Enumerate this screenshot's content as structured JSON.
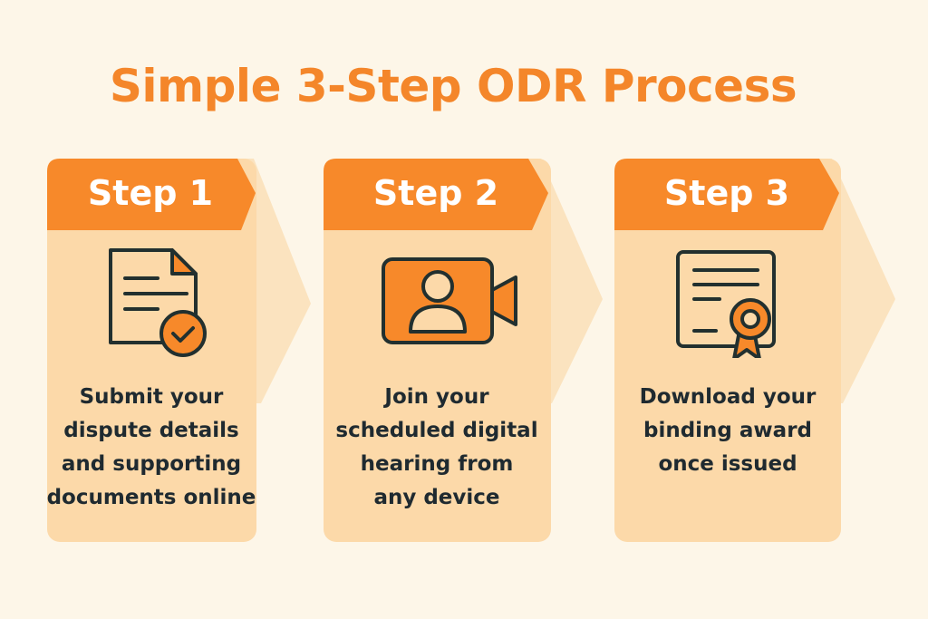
{
  "title": "Simple 3-Step ODR Process",
  "colors": {
    "background": "#fdf6e8",
    "accent": "#f7892a",
    "card": "#fcd9a9",
    "arrow": "#fbe3bf",
    "text": "#1f2a30"
  },
  "steps": [
    {
      "label": "Step 1",
      "icon": "document-check-icon",
      "lines": [
        "Submit your",
        "dispute details",
        "and supporting",
        "documents online"
      ]
    },
    {
      "label": "Step 2",
      "icon": "video-camera-person-icon",
      "lines": [
        "Join your",
        "scheduled digital",
        "hearing from",
        "any device"
      ]
    },
    {
      "label": "Step 3",
      "icon": "certificate-award-icon",
      "lines": [
        "Download your",
        "binding award",
        "once issued"
      ]
    }
  ]
}
